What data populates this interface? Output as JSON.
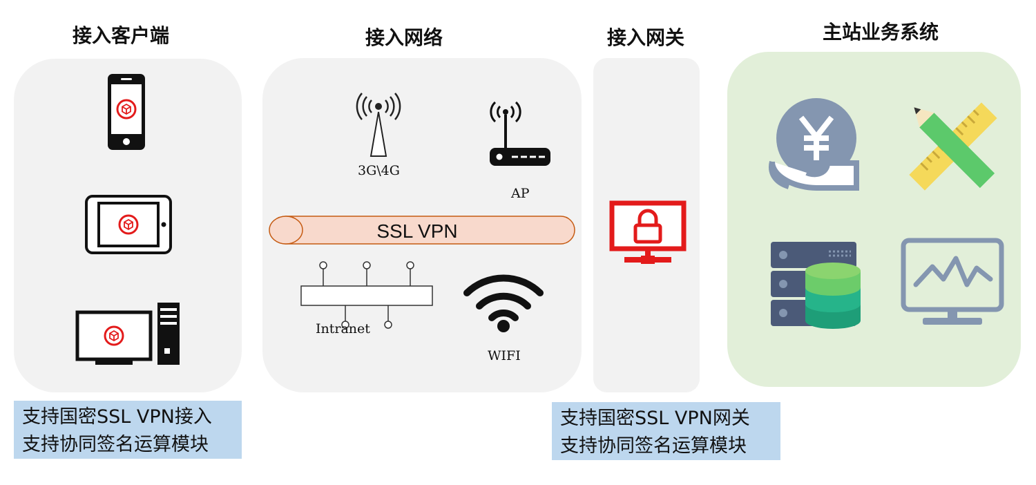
{
  "columns": {
    "client": {
      "title": "接入客户端"
    },
    "network": {
      "title": "接入网络"
    },
    "gateway": {
      "title": "接入网关"
    },
    "system": {
      "title": "主站业务系统"
    }
  },
  "network": {
    "tower_label": "3G\\4G",
    "ap_label": "AP",
    "vpn_label": "SSL VPN",
    "intranet_label": "Intranet",
    "wifi_label": "WIFI"
  },
  "notes": {
    "client": {
      "line1": "支持国密SSL VPN接入",
      "line2": "支持协同签名运算模块"
    },
    "gateway": {
      "line1": "支持国密SSL VPN网关",
      "line2": "支持协同签名运算模块"
    }
  },
  "colors": {
    "panel_gray": "#f2f2f2",
    "panel_green": "#e2efd9",
    "note_blue": "#bdd7ee",
    "accent_red": "#e31b1b",
    "icon_slate": "#8496b0",
    "vpn_fill": "#f8d9cc",
    "vpn_stroke": "#c55a11"
  },
  "icons": {
    "client": [
      "smartphone-icon",
      "tablet-icon",
      "desktop-computer-icon"
    ],
    "network": [
      "cell-tower-icon",
      "wireless-router-icon",
      "network-switch-icon",
      "wifi-icon"
    ],
    "gateway": [
      "vpn-gateway-lock-icon"
    ],
    "system": [
      "finance-yuan-icon",
      "ruler-pencil-icon",
      "server-database-icon",
      "monitor-chart-icon"
    ]
  }
}
